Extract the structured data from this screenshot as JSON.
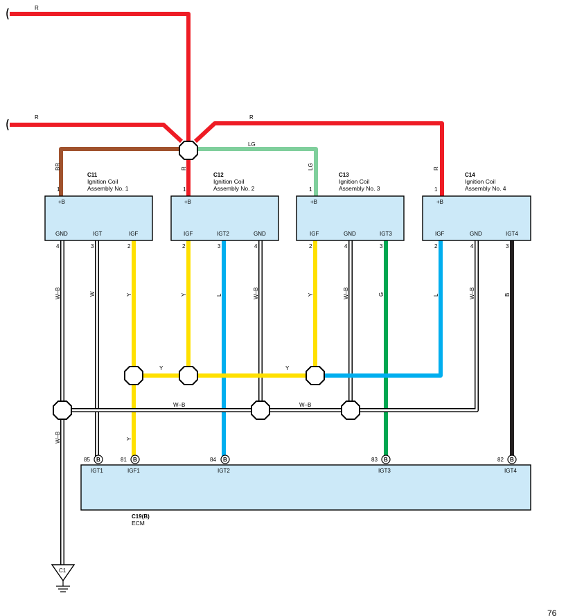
{
  "coils": [
    {
      "id": "C11",
      "name_line1": "Ignition Coil",
      "name_line2": "Assembly No. 1",
      "b_pin": "1",
      "b_label": "+B",
      "b_wire": "BR",
      "pins": [
        {
          "num": "4",
          "label": "GND",
          "wire": "W–B"
        },
        {
          "num": "3",
          "label": "IGT",
          "wire": "W"
        },
        {
          "num": "2",
          "label": "IGF",
          "wire": "Y"
        }
      ]
    },
    {
      "id": "C12",
      "name_line1": "Ignition Coil",
      "name_line2": "Assembly No. 2",
      "b_pin": "1",
      "b_label": "+B",
      "b_wire": "R",
      "pins": [
        {
          "num": "2",
          "label": "IGF",
          "wire": "Y"
        },
        {
          "num": "3",
          "label": "IGT2",
          "wire": "L"
        },
        {
          "num": "4",
          "label": "GND",
          "wire": "W–B"
        }
      ]
    },
    {
      "id": "C13",
      "name_line1": "Ignition Coil",
      "name_line2": "Assembly No. 3",
      "b_pin": "1",
      "b_label": "+B",
      "b_wire": "LG",
      "pins": [
        {
          "num": "2",
          "label": "IGF",
          "wire": "Y"
        },
        {
          "num": "4",
          "label": "GND",
          "wire": "W–B"
        },
        {
          "num": "3",
          "label": "IGT3",
          "wire": "G"
        }
      ]
    },
    {
      "id": "C14",
      "name_line1": "Ignition Coil",
      "name_line2": "Assembly No. 4",
      "b_pin": "1",
      "b_label": "+B",
      "b_wire": "R",
      "pins": [
        {
          "num": "2",
          "label": "IGF",
          "wire": "L"
        },
        {
          "num": "4",
          "label": "GND",
          "wire": "W–B"
        },
        {
          "num": "3",
          "label": "IGT4",
          "wire": "B"
        }
      ]
    }
  ],
  "supply": {
    "top_wire": "R",
    "mid_wire": "R",
    "right_wire": "R",
    "lg_wire": "LG"
  },
  "bus": {
    "y_wire_a": "Y",
    "y_wire_b": "Y",
    "gnd_wire_a": "W–B",
    "gnd_wire_b": "W–B",
    "down_y": "Y",
    "down_wb": "W–B"
  },
  "ecm": {
    "id": "C19(B)",
    "name": "ECM",
    "connector": "B",
    "pins": [
      {
        "num": "85",
        "label": "IGT1"
      },
      {
        "num": "81",
        "label": "IGF1"
      },
      {
        "num": "84",
        "label": "IGT2"
      },
      {
        "num": "83",
        "label": "IGT3"
      },
      {
        "num": "82",
        "label": "IGT4"
      }
    ]
  },
  "ground": {
    "id": "C1"
  },
  "page_number": "76",
  "colors": {
    "R": "#ee1c25",
    "BR": "#a0522d",
    "LG": "#7fcf9c",
    "Y": "#ffe000",
    "L": "#00aeef",
    "G": "#00a650",
    "B": "#231f20",
    "W": "#ffffff",
    "W-B": "#ffffff",
    "box_fill": "#cce9f8"
  }
}
